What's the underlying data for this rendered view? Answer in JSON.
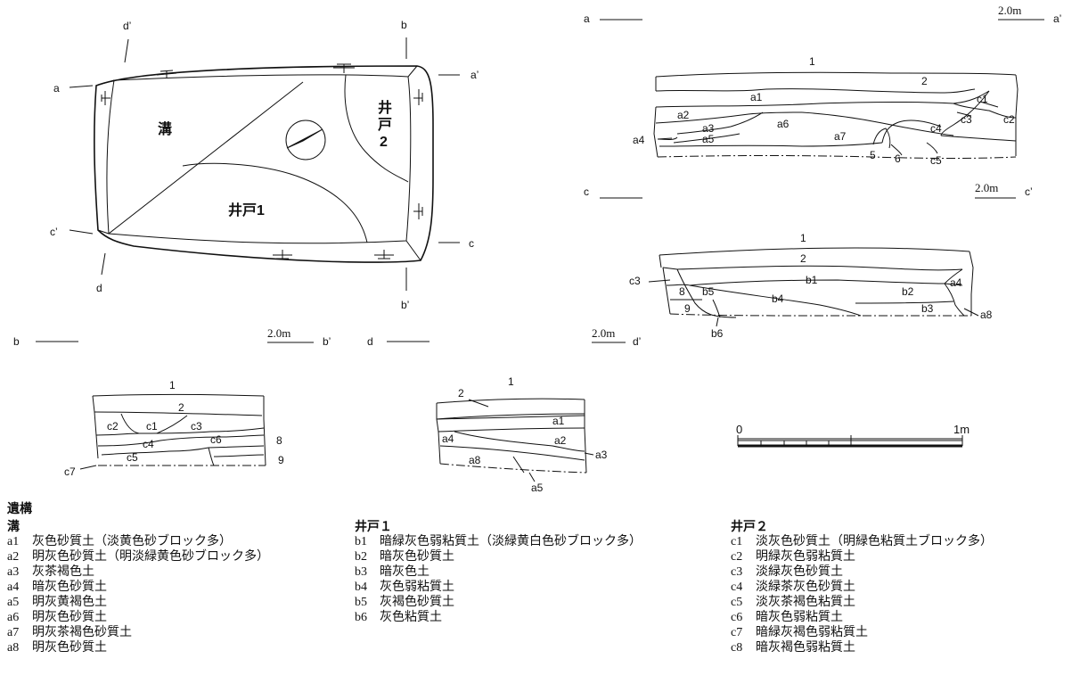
{
  "plan": {
    "labels": {
      "a": "a",
      "a_prime": "a’",
      "b": "b",
      "b_prime": "b’",
      "c": "c",
      "c_prime": "c’",
      "d": "d",
      "d_prime": "d’",
      "mizo": "溝",
      "ido1": "井戸1",
      "ido2_line1": "井",
      "ido2_line2": "戸",
      "ido2_line3": "2"
    },
    "north_arrow_icon": "north-arrow-icon"
  },
  "sections": {
    "aa": {
      "left_label": "a",
      "right_label": "a’",
      "scale_text": "2.0m",
      "layers": [
        "1",
        "2",
        "a1",
        "a2",
        "a3",
        "a4",
        "a5",
        "a6",
        "a7",
        "c1",
        "c2",
        "c3",
        "c4",
        "c5",
        "5",
        "6"
      ]
    },
    "cc": {
      "left_label": "c",
      "right_label": "c’",
      "scale_text": "2.0m",
      "layers": [
        "1",
        "2",
        "c3",
        "8",
        "b5",
        "9",
        "b6",
        "b1",
        "b4",
        "b2",
        "a4",
        "b3",
        "a8"
      ]
    },
    "bb": {
      "left_label": "b",
      "right_label": "b’",
      "scale_text": "2.0m",
      "layers": [
        "1",
        "2",
        "c2",
        "c1",
        "c3",
        "c4",
        "c6",
        "8",
        "c5",
        "9",
        "c7"
      ]
    },
    "dd": {
      "left_label": "d",
      "right_label": "d’",
      "scale_text": "2.0m",
      "layers": [
        "1",
        "2",
        "a1",
        "a4",
        "a2",
        "a3",
        "a8",
        "a5"
      ]
    }
  },
  "scale_bar": {
    "zero": "0",
    "end": "1m"
  },
  "legend": {
    "title": "遺構",
    "groups": [
      {
        "name": "溝",
        "items": [
          {
            "code": "a1",
            "desc": "灰色砂質土（淡黄色砂ブロック多）"
          },
          {
            "code": "a2",
            "desc": "明灰色砂質土（明淡緑黄色砂ブロック多）"
          },
          {
            "code": "a3",
            "desc": "灰茶褐色土"
          },
          {
            "code": "a4",
            "desc": "暗灰色砂質土"
          },
          {
            "code": "a5",
            "desc": "明灰黄褐色土"
          },
          {
            "code": "a6",
            "desc": "明灰色砂質土"
          },
          {
            "code": "a7",
            "desc": "明灰茶褐色砂質土"
          },
          {
            "code": "a8",
            "desc": "明灰色砂質土"
          }
        ]
      },
      {
        "name": "井戸１",
        "items": [
          {
            "code": "b1",
            "desc": "暗緑灰色弱粘質土（淡緑黄白色砂ブロック多）"
          },
          {
            "code": "b2",
            "desc": "暗灰色砂質土"
          },
          {
            "code": "b3",
            "desc": "暗灰色土"
          },
          {
            "code": "b4",
            "desc": "灰色弱粘質土"
          },
          {
            "code": "b5",
            "desc": "灰褐色砂質土"
          },
          {
            "code": "b6",
            "desc": "灰色粘質土"
          }
        ]
      },
      {
        "name": "井戸２",
        "items": [
          {
            "code": "c1",
            "desc": "淡灰色砂質土（明緑色粘質土ブロック多）"
          },
          {
            "code": "c2",
            "desc": "明緑灰色弱粘質土"
          },
          {
            "code": "c3",
            "desc": "淡緑灰色砂質土"
          },
          {
            "code": "c4",
            "desc": "淡緑茶灰色砂質土"
          },
          {
            "code": "c5",
            "desc": "淡灰茶褐色粘質土"
          },
          {
            "code": "c6",
            "desc": "暗灰色弱粘質土"
          },
          {
            "code": "c7",
            "desc": "暗緑灰褐色弱粘質土"
          },
          {
            "code": "c8",
            "desc": "暗灰褐色弱粘質土"
          }
        ]
      }
    ]
  }
}
